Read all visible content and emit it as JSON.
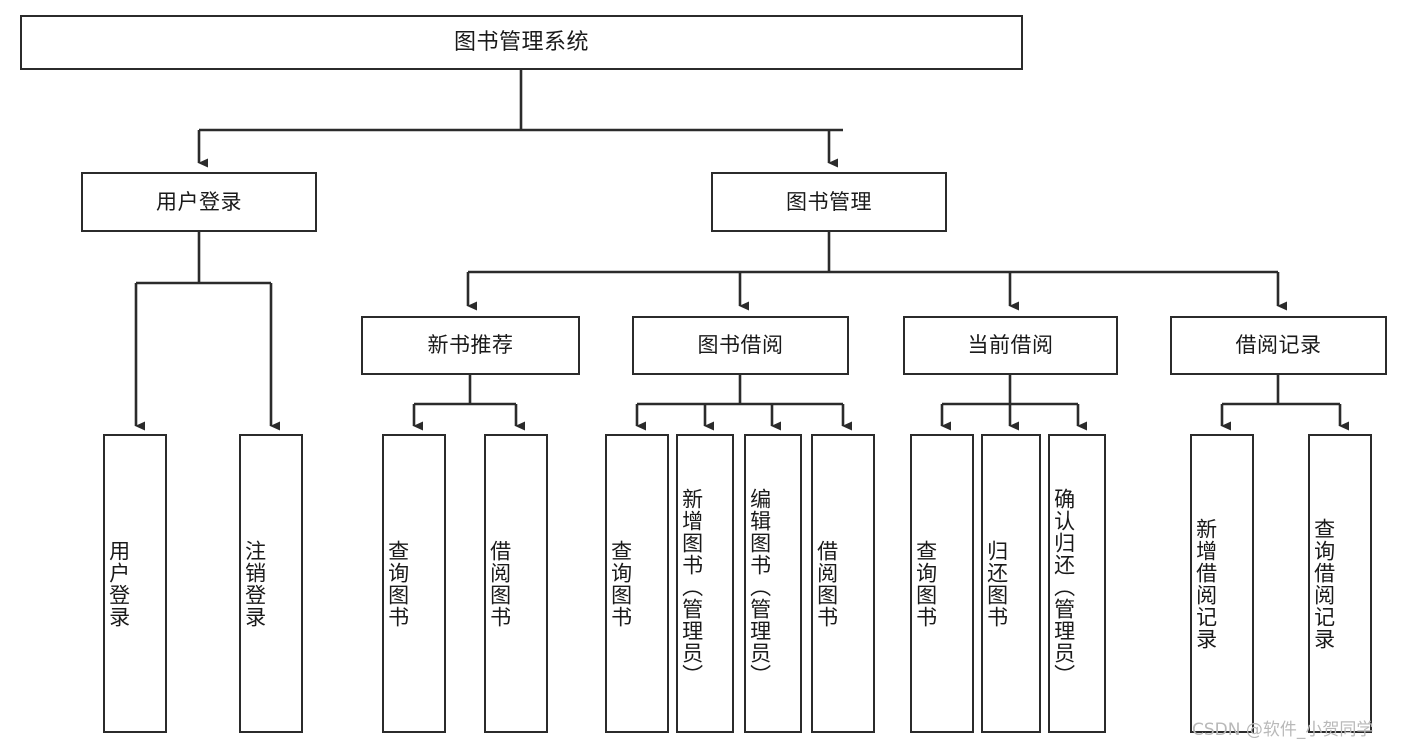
{
  "diagram": {
    "title": "图书管理系统",
    "type": "tree",
    "orientation": "top-down",
    "line_color": "#2b2b2b",
    "box_fill": "#ffffff",
    "text_color": "#1a1a1a"
  },
  "nodes": {
    "root": {
      "label": "图书管理系统"
    },
    "level2": [
      {
        "id": "user-login",
        "label": "用户登录"
      },
      {
        "id": "book-manage",
        "label": "图书管理"
      }
    ],
    "level3": [
      {
        "id": "new-book-recommend",
        "label": "新书推荐"
      },
      {
        "id": "book-borrow",
        "label": "图书借阅"
      },
      {
        "id": "current-borrow",
        "label": "当前借阅"
      },
      {
        "id": "borrow-record",
        "label": "借阅记录"
      }
    ],
    "leaves": {
      "user_login": [
        {
          "id": "leaf-user-login",
          "label": "用户登录"
        },
        {
          "id": "leaf-logout-login",
          "label": "注销登录"
        }
      ],
      "new_book_recommend": [
        {
          "id": "leaf-query-book-1",
          "label": "查询图书"
        },
        {
          "id": "leaf-borrow-book-1",
          "label": "借阅图书"
        }
      ],
      "book_borrow": [
        {
          "id": "leaf-query-book-2",
          "label": "查询图书"
        },
        {
          "id": "leaf-add-book",
          "label": "新增图书（管理员）"
        },
        {
          "id": "leaf-edit-book",
          "label": "编辑图书（管理员）"
        },
        {
          "id": "leaf-borrow-book-2",
          "label": "借阅图书"
        }
      ],
      "current_borrow": [
        {
          "id": "leaf-query-book-3",
          "label": "查询图书"
        },
        {
          "id": "leaf-return-book",
          "label": "归还图书"
        },
        {
          "id": "leaf-confirm-return",
          "label": "确认归还（管理员）"
        }
      ],
      "borrow_record": [
        {
          "id": "leaf-add-record",
          "label": "新增借阅记录"
        },
        {
          "id": "leaf-query-record",
          "label": "查询借阅记录"
        }
      ]
    }
  },
  "watermark": {
    "text": "CSDN @软件_小贺同学"
  }
}
